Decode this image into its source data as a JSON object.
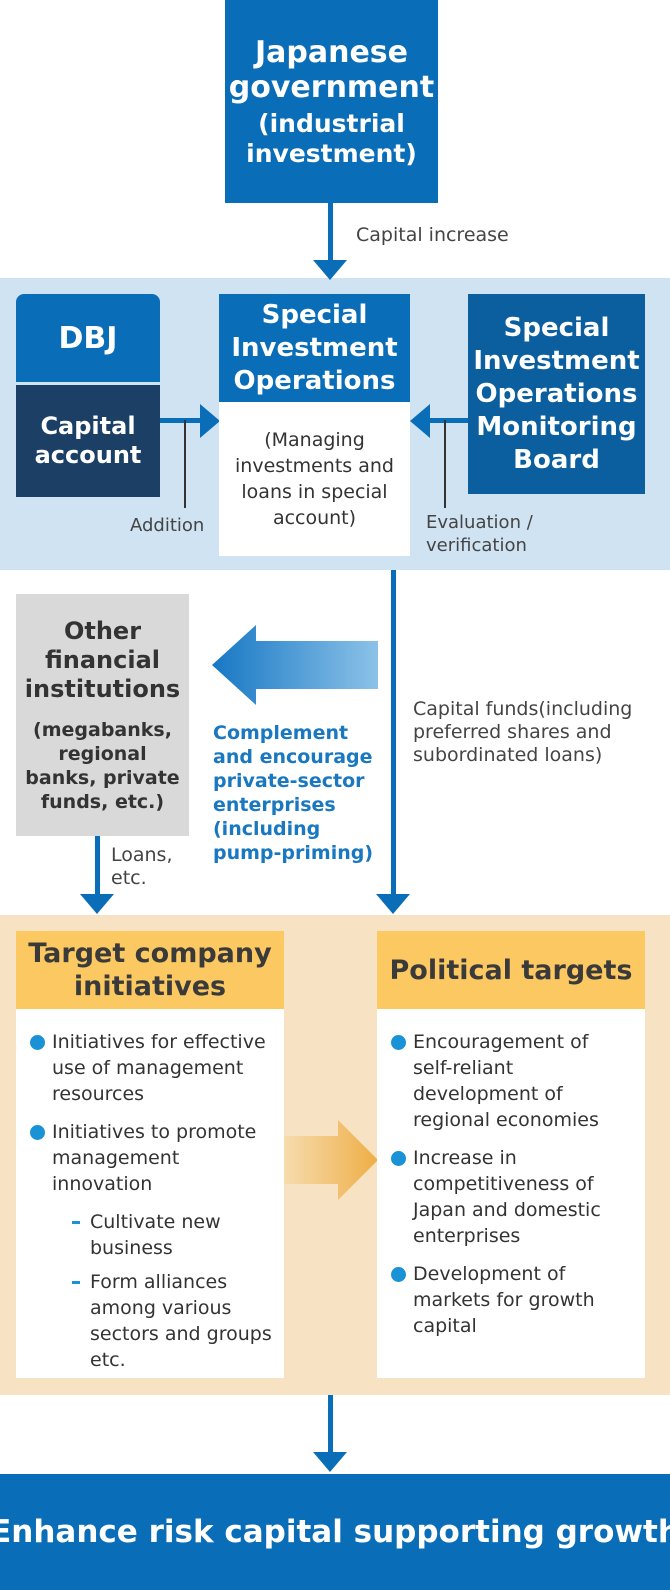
{
  "government": {
    "title": "Japanese government",
    "subtitle": "(industrial investment)"
  },
  "capital_increase_label": "Capital increase",
  "dbj": {
    "title": "DBJ",
    "capital_account": "Capital account"
  },
  "addition_label": "Addition",
  "special_ops": {
    "title": "Special Investment Operations",
    "description": "(Managing investments and loans  in special account)"
  },
  "monitoring_board": {
    "title": "Special Investment Operations Monitoring Board"
  },
  "evaluation_label": "Evaluation / verification",
  "other_institutions": {
    "title": "Other financial institutions",
    "subtitle": "(megabanks, regional banks, private funds, etc.)"
  },
  "complement_label": "Complement and encourage private-sector enterprises  (including pump-priming)",
  "capital_funds_label": "Capital funds(including preferred shares and subordinated loans)",
  "loans_label": "Loans, etc.",
  "target_company": {
    "title": "Target company initiatives",
    "items": [
      "Initiatives for effective use of management resources",
      "Initiatives to promote management innovation"
    ],
    "subitems": [
      "Cultivate new business",
      "Form alliances among various sectors and groups etc."
    ]
  },
  "political_targets": {
    "title": "Political targets",
    "items": [
      "Encouragement of self-reliant development of regional economies",
      "Increase in competitiveness of Japan and domestic enterprises",
      "Development of markets for growth capital"
    ]
  },
  "bottom_banner": "Enhance risk capital supporting growth",
  "colors": {
    "primary_blue": "#0a6db8",
    "dark_navy": "#1c3f66",
    "light_blue_band": "#cfe3f3",
    "tan_band": "#f7e3c4",
    "gold_header": "#fbc862",
    "bullet_blue": "#1a93d6",
    "grey_box": "#d9d9d9"
  }
}
